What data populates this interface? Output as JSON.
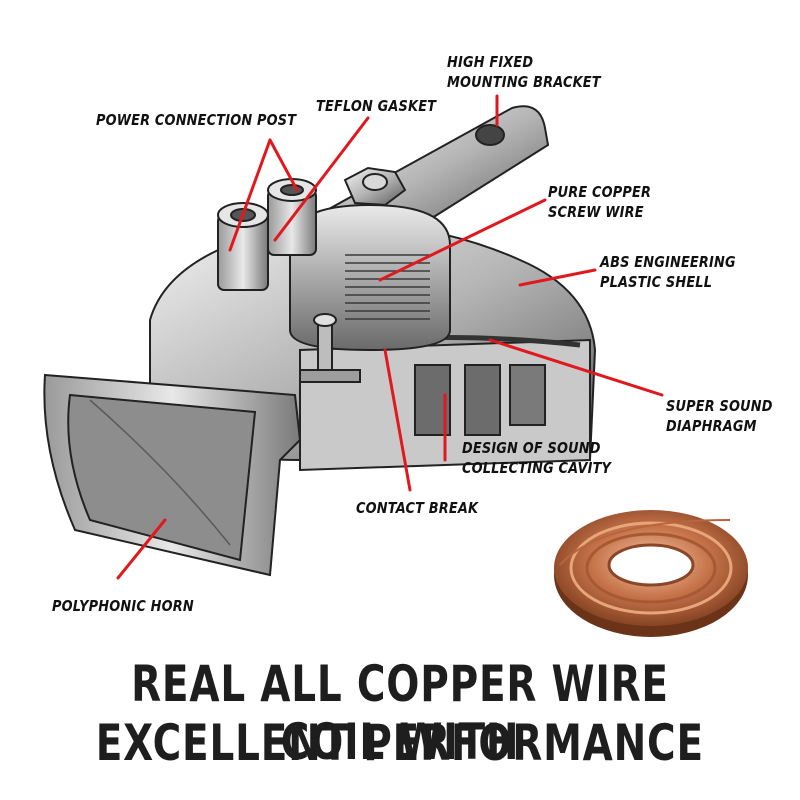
{
  "labels": {
    "mounting_bracket": "HIGH FIXED\nMOUNTING BRACKET",
    "power_post": "POWER CONNECTION POST",
    "teflon_gasket": "TEFLON GASKET",
    "copper_screw_wire": "PURE COPPER\nSCREW WIRE",
    "abs_shell": "ABS ENGINEERING\nPLASTIC SHELL",
    "diaphragm": "SUPER SOUND\nDIAPHRAGM",
    "sound_cavity": "DESIGN OF SOUND\nCOLLECTING CAVITY",
    "contact_break": "CONTACT BREAK",
    "horn": "POLYPHONIC HORN"
  },
  "headline": {
    "line1": "REAL ALL COPPER WIRE COIL WITH",
    "line2": "EXCELLENT  PERFORMANCE"
  },
  "colors": {
    "leader": "#e0191f",
    "metal_light": "#d9d9d9",
    "metal_mid": "#a8a8a8",
    "metal_dark": "#555555",
    "copper": "#c7744a"
  }
}
